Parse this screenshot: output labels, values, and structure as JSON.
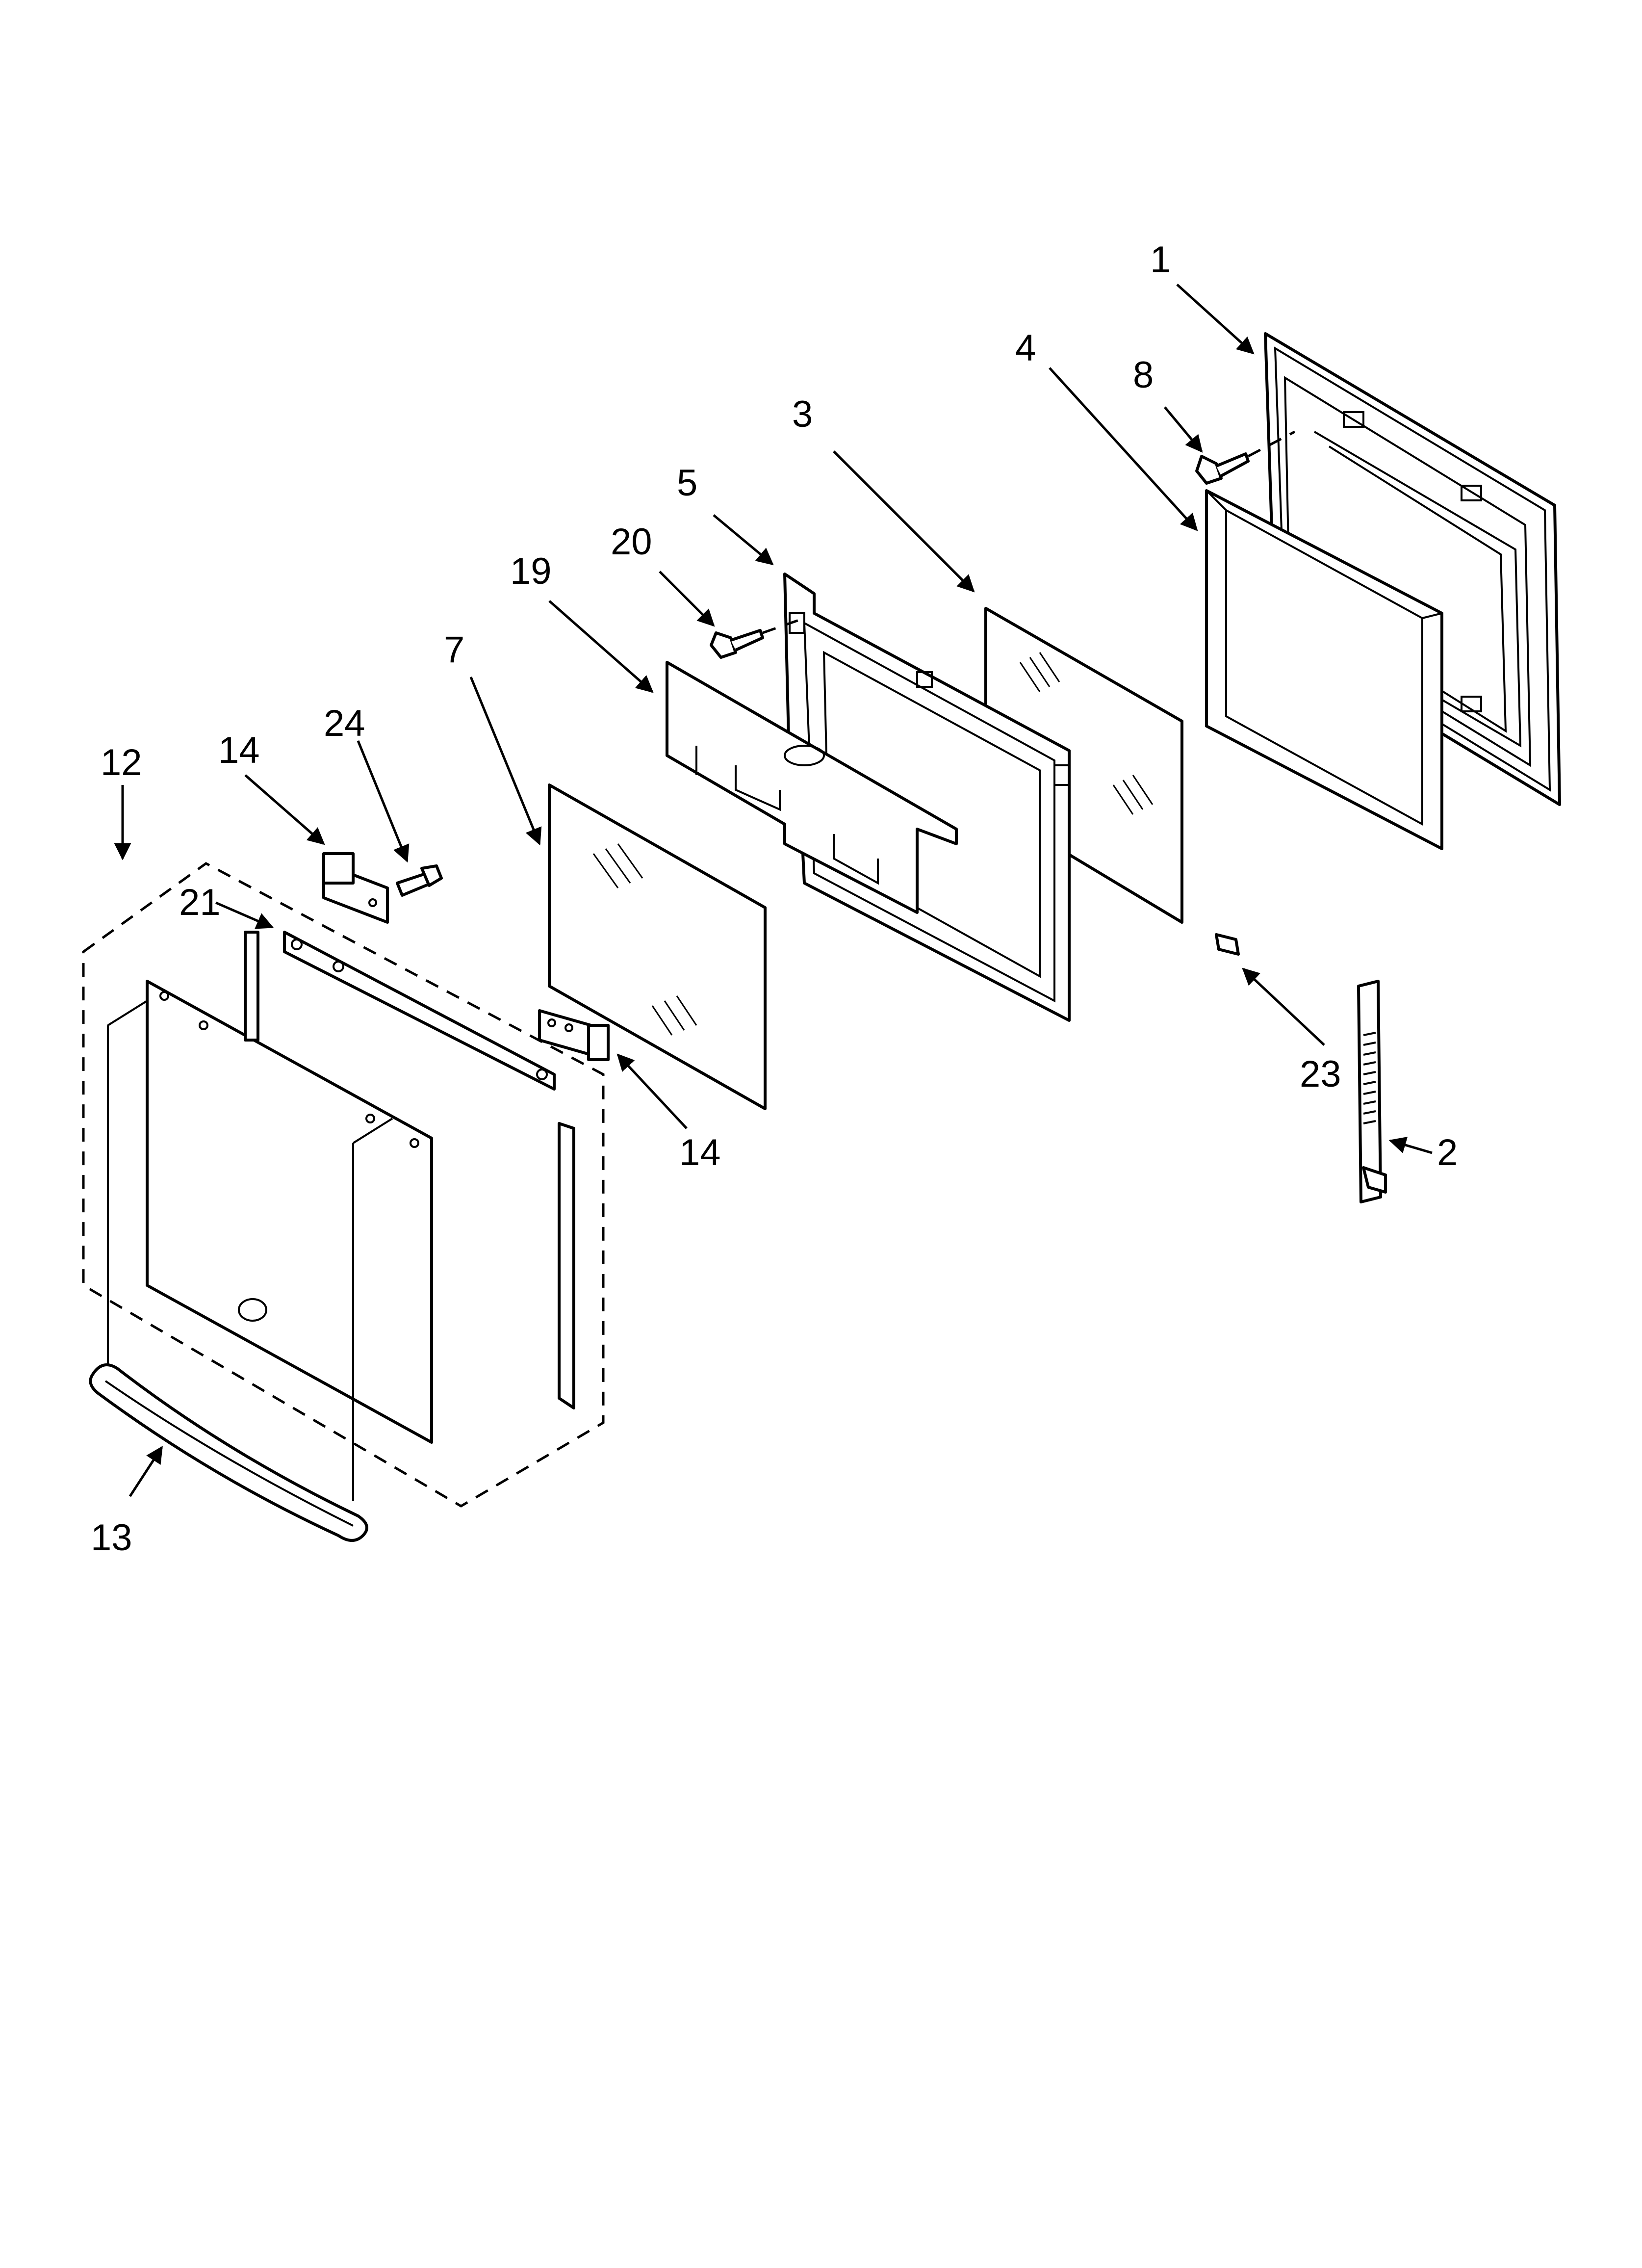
{
  "callouts": {
    "c1": "1",
    "c2": "2",
    "c3": "3",
    "c4": "4",
    "c5": "5",
    "c7": "7",
    "c8": "8",
    "c12": "12",
    "c13": "13",
    "c14a": "14",
    "c14b": "14",
    "c19": "19",
    "c20": "20",
    "c21": "21",
    "c23": "23",
    "c24": "24"
  }
}
